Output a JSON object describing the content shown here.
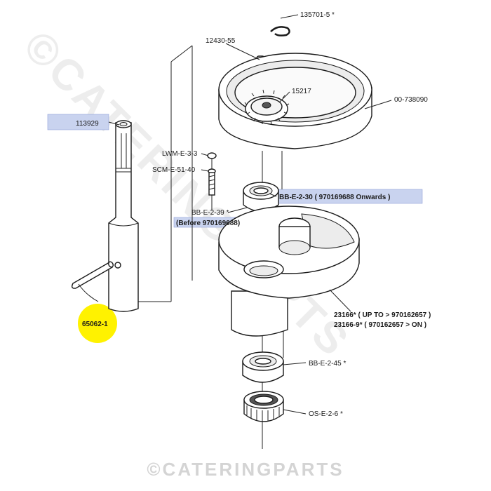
{
  "watermark": {
    "diagonal": "©CATERINGPARTS",
    "footer": "©CATERINGPARTS"
  },
  "labels": {
    "p135701": "135701-5 *",
    "p12430": "12430-55",
    "p15217": "15217",
    "p738090": "00-738090",
    "p113929": "113929",
    "pLWM": "LWM-E-3-3",
    "pSCM": "SCM-E-51-40",
    "pBB230": "BB-E-2-30  ( 970169688 Onwards )",
    "pBB239": "BB-E-2-39 *",
    "pBefore": "(Before 970169688)",
    "p65062": "65062-1",
    "p23166a": "23166*   ( UP TO > 970162657 )",
    "p23166b": "23166-9*  ( 970162657 > ON )",
    "pBB245": "BB-E-2-45 *",
    "pOS": "OS-E-2-6 *"
  },
  "colors": {
    "highlight_blue": "#c9d3ef",
    "highlight_yellow": "#fff200",
    "line": "#1a1a1a",
    "watermark": "#ededed"
  }
}
